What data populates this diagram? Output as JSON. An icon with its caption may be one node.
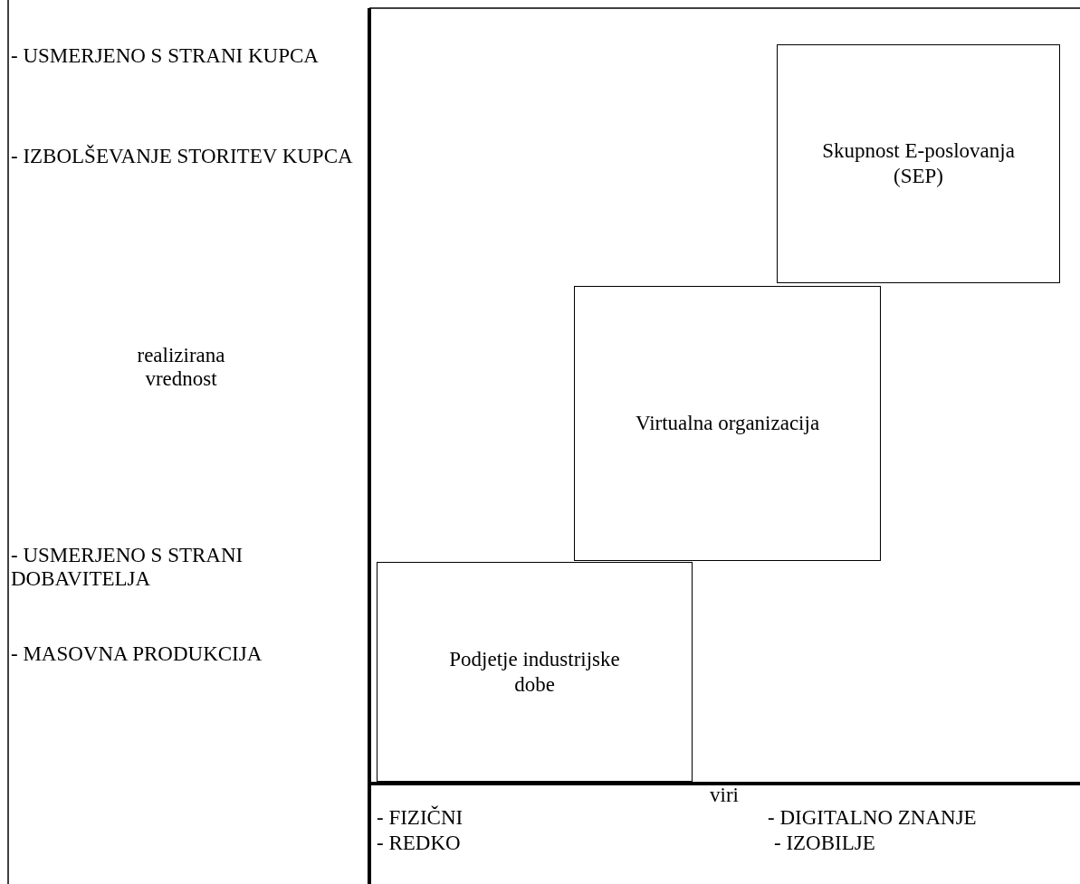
{
  "diagram": {
    "nodes": [
      {
        "text": [
          "Skupnost E-poslovanja (SEP)"
        ]
      },
      {
        "text": [
          "Virtualna organizacija"
        ]
      },
      {
        "text": [
          "Podjetje industrijske dobe"
        ]
      }
    ],
    "labels": [
      "- USMERJENO S STRANI KUPCA",
      "- IZBOLŠEVANJE STORITEV KUPCA",
      "realizirana vrednost",
      "- USMERJENO S STRANI DOBAVITELJA",
      "- MASOVNA PRODUKCIJA",
      "viri",
      "- FIZIČNI",
      "- DIGITALNO ZNANJE",
      "- REDKO",
      "- IZOBILJE"
    ]
  }
}
